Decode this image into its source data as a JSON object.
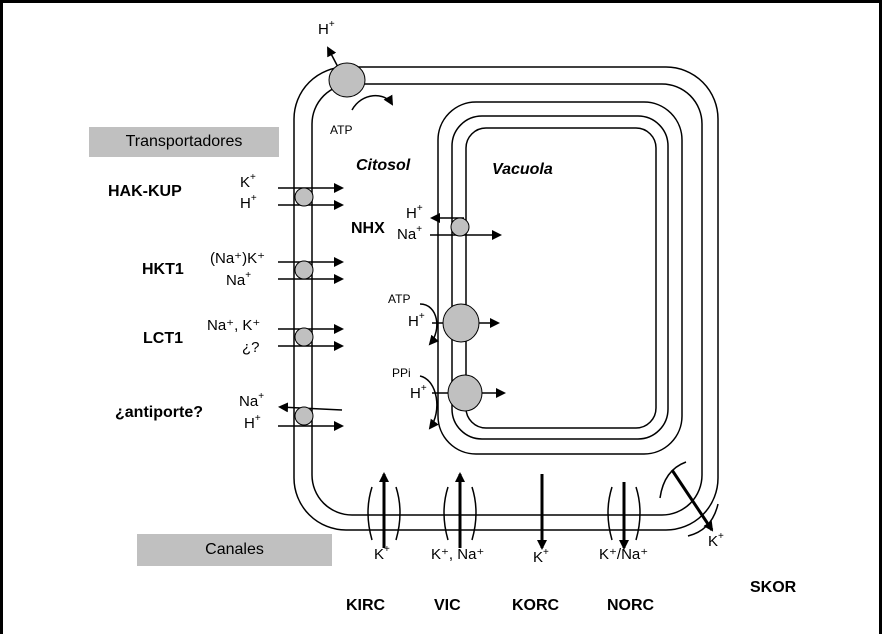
{
  "labels": {
    "section_transport": "Transportadores",
    "section_channels": "Canales",
    "cytosol": "Citosol",
    "vacuole": "Vacuola",
    "h": "H",
    "plus": "+",
    "atp": "ATP",
    "ppi": "PPi",
    "k": "K",
    "na": "Na",
    "hak_kup": "HAK-KUP",
    "hkt1": "HKT1",
    "hkt1_sub": "(Na⁺)K⁺",
    "lct1": "LCT1",
    "lct1_sub1": "Na⁺, K⁺",
    "lct1_sub2": "¿?",
    "antiport": "¿antiporte?",
    "nhx": "NHX",
    "kirc": "KIRC",
    "vic": "VIC",
    "korc": "KORC",
    "norc": "NORC",
    "skor": "SKOR",
    "vic_sub": "K⁺, Na⁺",
    "norc_sub": "K⁺/Na⁺"
  },
  "colors": {
    "pump": "#c0c0c0",
    "box": "#c0c0c0",
    "line": "#000000"
  }
}
